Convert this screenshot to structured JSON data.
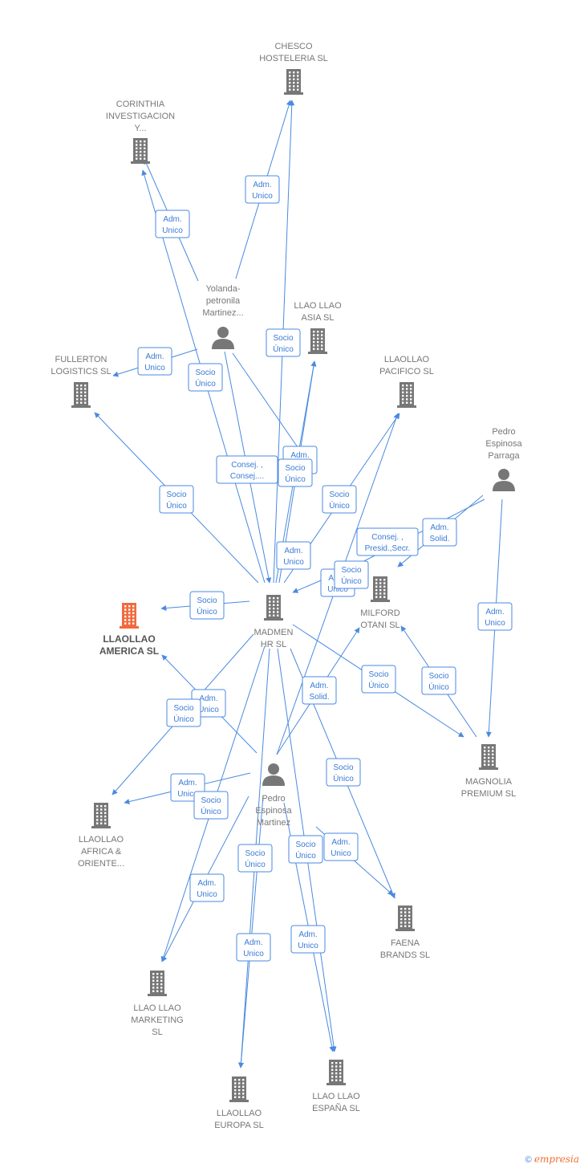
{
  "colors": {
    "edge": "#4a8ae0",
    "company": "#777777",
    "focus_company": "#f26a3d",
    "person": "#777777"
  },
  "nodes": [
    {
      "id": "chesco",
      "type": "company",
      "lines": [
        "CHESCO",
        "HOSTELERIA SL"
      ]
    },
    {
      "id": "corinthia",
      "type": "company",
      "lines": [
        "CORINTHIA",
        "INVESTIGACION",
        "Y..."
      ]
    },
    {
      "id": "yolanda",
      "type": "person",
      "lines": [
        "Yolanda-",
        "petronila",
        "Martinez..."
      ]
    },
    {
      "id": "llaoasia",
      "type": "company",
      "lines": [
        "LLAO LLAO",
        "ASIA SL"
      ]
    },
    {
      "id": "fullerton",
      "type": "company",
      "lines": [
        "FULLERTON",
        "LOGISTICS SL"
      ]
    },
    {
      "id": "pacifico",
      "type": "company",
      "lines": [
        "LLAOLLAO",
        "PACIFICO SL"
      ]
    },
    {
      "id": "pedro_parraga",
      "type": "person",
      "lines": [
        "Pedro",
        "Espinosa",
        "Parraga"
      ]
    },
    {
      "id": "america",
      "type": "company",
      "focus": true,
      "lines": [
        "LLAOLLAO",
        "AMERICA SL"
      ]
    },
    {
      "id": "madmen",
      "type": "company",
      "lines": [
        "MADMEN",
        "HR SL"
      ]
    },
    {
      "id": "milford",
      "type": "company",
      "lines": [
        "MILFORD",
        "OTANI SL"
      ]
    },
    {
      "id": "magnolia",
      "type": "company",
      "lines": [
        "MAGNOLIA",
        "PREMIUM SL"
      ]
    },
    {
      "id": "pedro_martinez",
      "type": "person",
      "lines": [
        "Pedro",
        "Espinosa",
        "Martinez"
      ]
    },
    {
      "id": "africa",
      "type": "company",
      "lines": [
        "LLAOLLAO",
        "AFRICA &",
        "ORIENTE..."
      ]
    },
    {
      "id": "faena",
      "type": "company",
      "lines": [
        "FAENA",
        "BRANDS SL"
      ]
    },
    {
      "id": "marketing",
      "type": "company",
      "lines": [
        "LLAO LLAO",
        "MARKETING",
        "SL"
      ]
    },
    {
      "id": "europa",
      "type": "company",
      "lines": [
        "LLAOLLAO",
        "EUROPA SL"
      ]
    },
    {
      "id": "espana",
      "type": "company",
      "lines": [
        "LLAO LLAO",
        "ESPAÑA SL"
      ]
    }
  ],
  "edges": [
    {
      "lines": [
        "Adm.",
        "Unico"
      ]
    },
    {
      "lines": [
        "Adm.",
        "Unico"
      ]
    },
    {
      "lines": [
        "Adm.",
        "Unico"
      ]
    },
    {
      "lines": [
        "Socio",
        "Único"
      ]
    },
    {
      "lines": [
        "Socio",
        "Único"
      ]
    },
    {
      "lines": [
        "Consej. ,",
        "Consej...."
      ]
    },
    {
      "lines": [
        "Adm.",
        "Unico"
      ]
    },
    {
      "lines": [
        "Socio",
        "Único"
      ]
    },
    {
      "lines": [
        "Socio",
        "Único"
      ]
    },
    {
      "lines": [
        "Socio",
        "Único"
      ]
    },
    {
      "lines": [
        "Adm.",
        "Solid."
      ]
    },
    {
      "lines": [
        "Consej. ,",
        "Presid.,Secr."
      ]
    },
    {
      "lines": [
        "Adm.",
        "Unico"
      ]
    },
    {
      "lines": [
        "Adm.",
        "Unico"
      ]
    },
    {
      "lines": [
        "Adm.",
        "Unico"
      ]
    },
    {
      "lines": [
        "Socio",
        "Único"
      ]
    },
    {
      "lines": [
        "Socio",
        "Único"
      ]
    },
    {
      "lines": [
        "Socio",
        "Único"
      ]
    },
    {
      "lines": [
        "Adm.",
        "Unico"
      ]
    },
    {
      "lines": [
        "Socio",
        "Único"
      ]
    },
    {
      "lines": [
        "Adm.",
        "Solid."
      ]
    },
    {
      "lines": [
        "Adm.",
        "Unico"
      ]
    },
    {
      "lines": [
        "Socio",
        "Único"
      ]
    },
    {
      "lines": [
        "Socio",
        "Único"
      ]
    },
    {
      "lines": [
        "Socio",
        "Único"
      ]
    },
    {
      "lines": [
        "Adm.",
        "Unico"
      ]
    },
    {
      "lines": [
        "Adm.",
        "Unico"
      ]
    },
    {
      "lines": [
        "Socio",
        "Único"
      ]
    },
    {
      "lines": [
        "Adm.",
        "Unico"
      ]
    },
    {
      "lines": [
        "Adm.",
        "Unico"
      ]
    },
    {
      "lines": [
        "Socio",
        "Único"
      ]
    }
  ],
  "footer": {
    "copyright": "©",
    "brand": "empresia"
  }
}
